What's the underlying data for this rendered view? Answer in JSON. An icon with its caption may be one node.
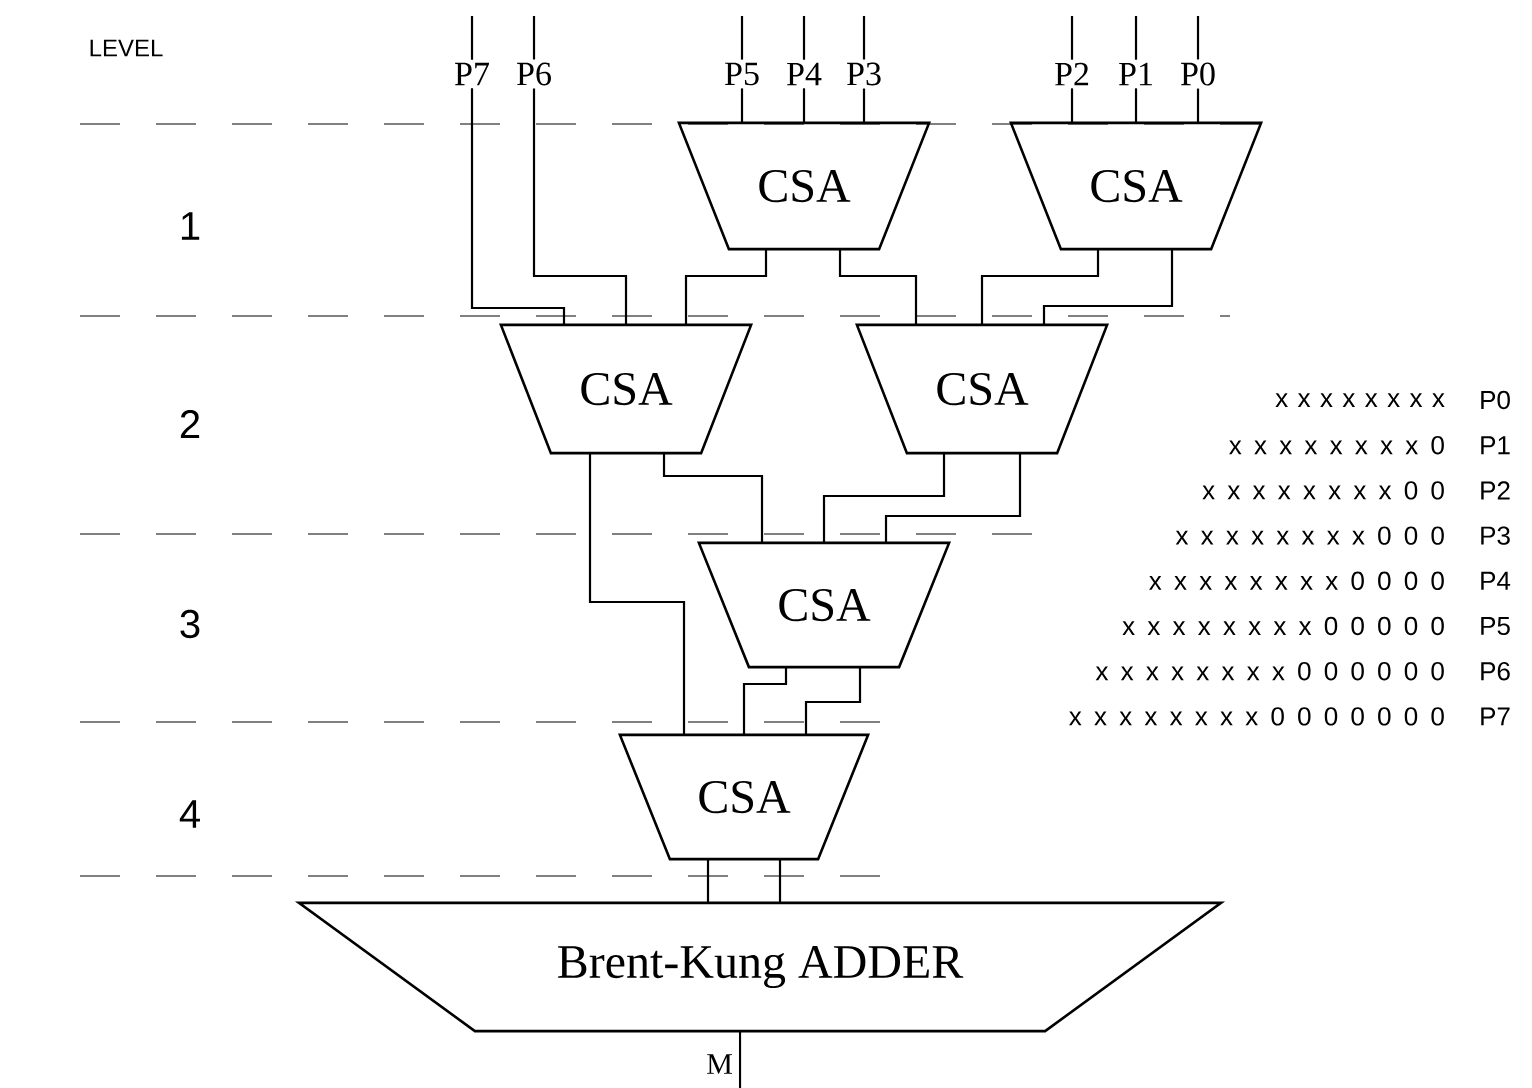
{
  "diagram": {
    "nodes": [
      {
        "text": [
          "P7"
        ]
      },
      {
        "text": [
          "P6"
        ]
      },
      {
        "text": [
          "P5"
        ]
      },
      {
        "text": [
          "P4"
        ]
      },
      {
        "text": [
          "P3"
        ]
      },
      {
        "text": [
          "P2"
        ]
      },
      {
        "text": [
          "P1"
        ]
      },
      {
        "text": [
          "P0"
        ]
      },
      {
        "text": [
          "CSA"
        ]
      },
      {
        "text": [
          "CSA"
        ]
      },
      {
        "text": [
          "CSA"
        ]
      },
      {
        "text": [
          "CSA"
        ]
      },
      {
        "text": [
          "CSA"
        ]
      },
      {
        "text": [
          "CSA"
        ]
      },
      {
        "text": [
          "Brent-Kung ADDER"
        ]
      }
    ],
    "edges": [
      {
        "from": null,
        "to": 0,
        "arrow": "none"
      },
      {
        "from": null,
        "to": 1,
        "arrow": "none"
      },
      {
        "from": null,
        "to": 2,
        "arrow": "none"
      },
      {
        "from": null,
        "to": 3,
        "arrow": "none"
      },
      {
        "from": null,
        "to": 4,
        "arrow": "none"
      },
      {
        "from": null,
        "to": 5,
        "arrow": "none"
      },
      {
        "from": null,
        "to": 6,
        "arrow": "none"
      },
      {
        "from": null,
        "to": 7,
        "arrow": "none"
      },
      {
        "from": 0,
        "to": 10,
        "arrow": "none"
      },
      {
        "from": 1,
        "to": 10,
        "arrow": "none"
      },
      {
        "from": 2,
        "to": 8,
        "arrow": "none"
      },
      {
        "from": 3,
        "to": 8,
        "arrow": "none"
      },
      {
        "from": 4,
        "to": 8,
        "arrow": "none"
      },
      {
        "from": 5,
        "to": 9,
        "arrow": "none"
      },
      {
        "from": 6,
        "to": 9,
        "arrow": "none"
      },
      {
        "from": 7,
        "to": 9,
        "arrow": "none"
      },
      {
        "from": 8,
        "to": 10,
        "arrow": "none"
      },
      {
        "from": 8,
        "to": 11,
        "arrow": "none"
      },
      {
        "from": 9,
        "to": 11,
        "arrow": "none"
      },
      {
        "from": 9,
        "to": 11,
        "arrow": "none"
      },
      {
        "from": 10,
        "to": 13,
        "arrow": "none"
      },
      {
        "from": 10,
        "to": 12,
        "arrow": "none"
      },
      {
        "from": 11,
        "to": 12,
        "arrow": "none"
      },
      {
        "from": 11,
        "to": 12,
        "arrow": "none"
      },
      {
        "from": 12,
        "to": 13,
        "arrow": "none"
      },
      {
        "from": 12,
        "to": 13,
        "arrow": "none"
      },
      {
        "from": 13,
        "to": 14,
        "arrow": "none"
      },
      {
        "from": 13,
        "to": 14,
        "arrow": "none"
      },
      {
        "from": 14,
        "to": null,
        "arrow": "none"
      }
    ],
    "labels": [
      "LEVEL",
      "1",
      "2",
      "3",
      "4",
      "x x x x x x x x",
      "P0",
      "x x x x x x x x 0",
      "P1",
      "x x x x x x x x 0 0",
      "P2",
      "x x x x x x x x 0 0 0",
      "P3",
      "x x x x x x x x 0 0 0 0",
      "P4",
      "x x x x x x x x 0 0 0 0 0",
      "P5",
      "x x x x x x x x 0 0 0 0 0 0",
      "P6",
      "x x x x x x x x 0 0 0 0 0 0 0",
      "P7",
      "M"
    ]
  }
}
